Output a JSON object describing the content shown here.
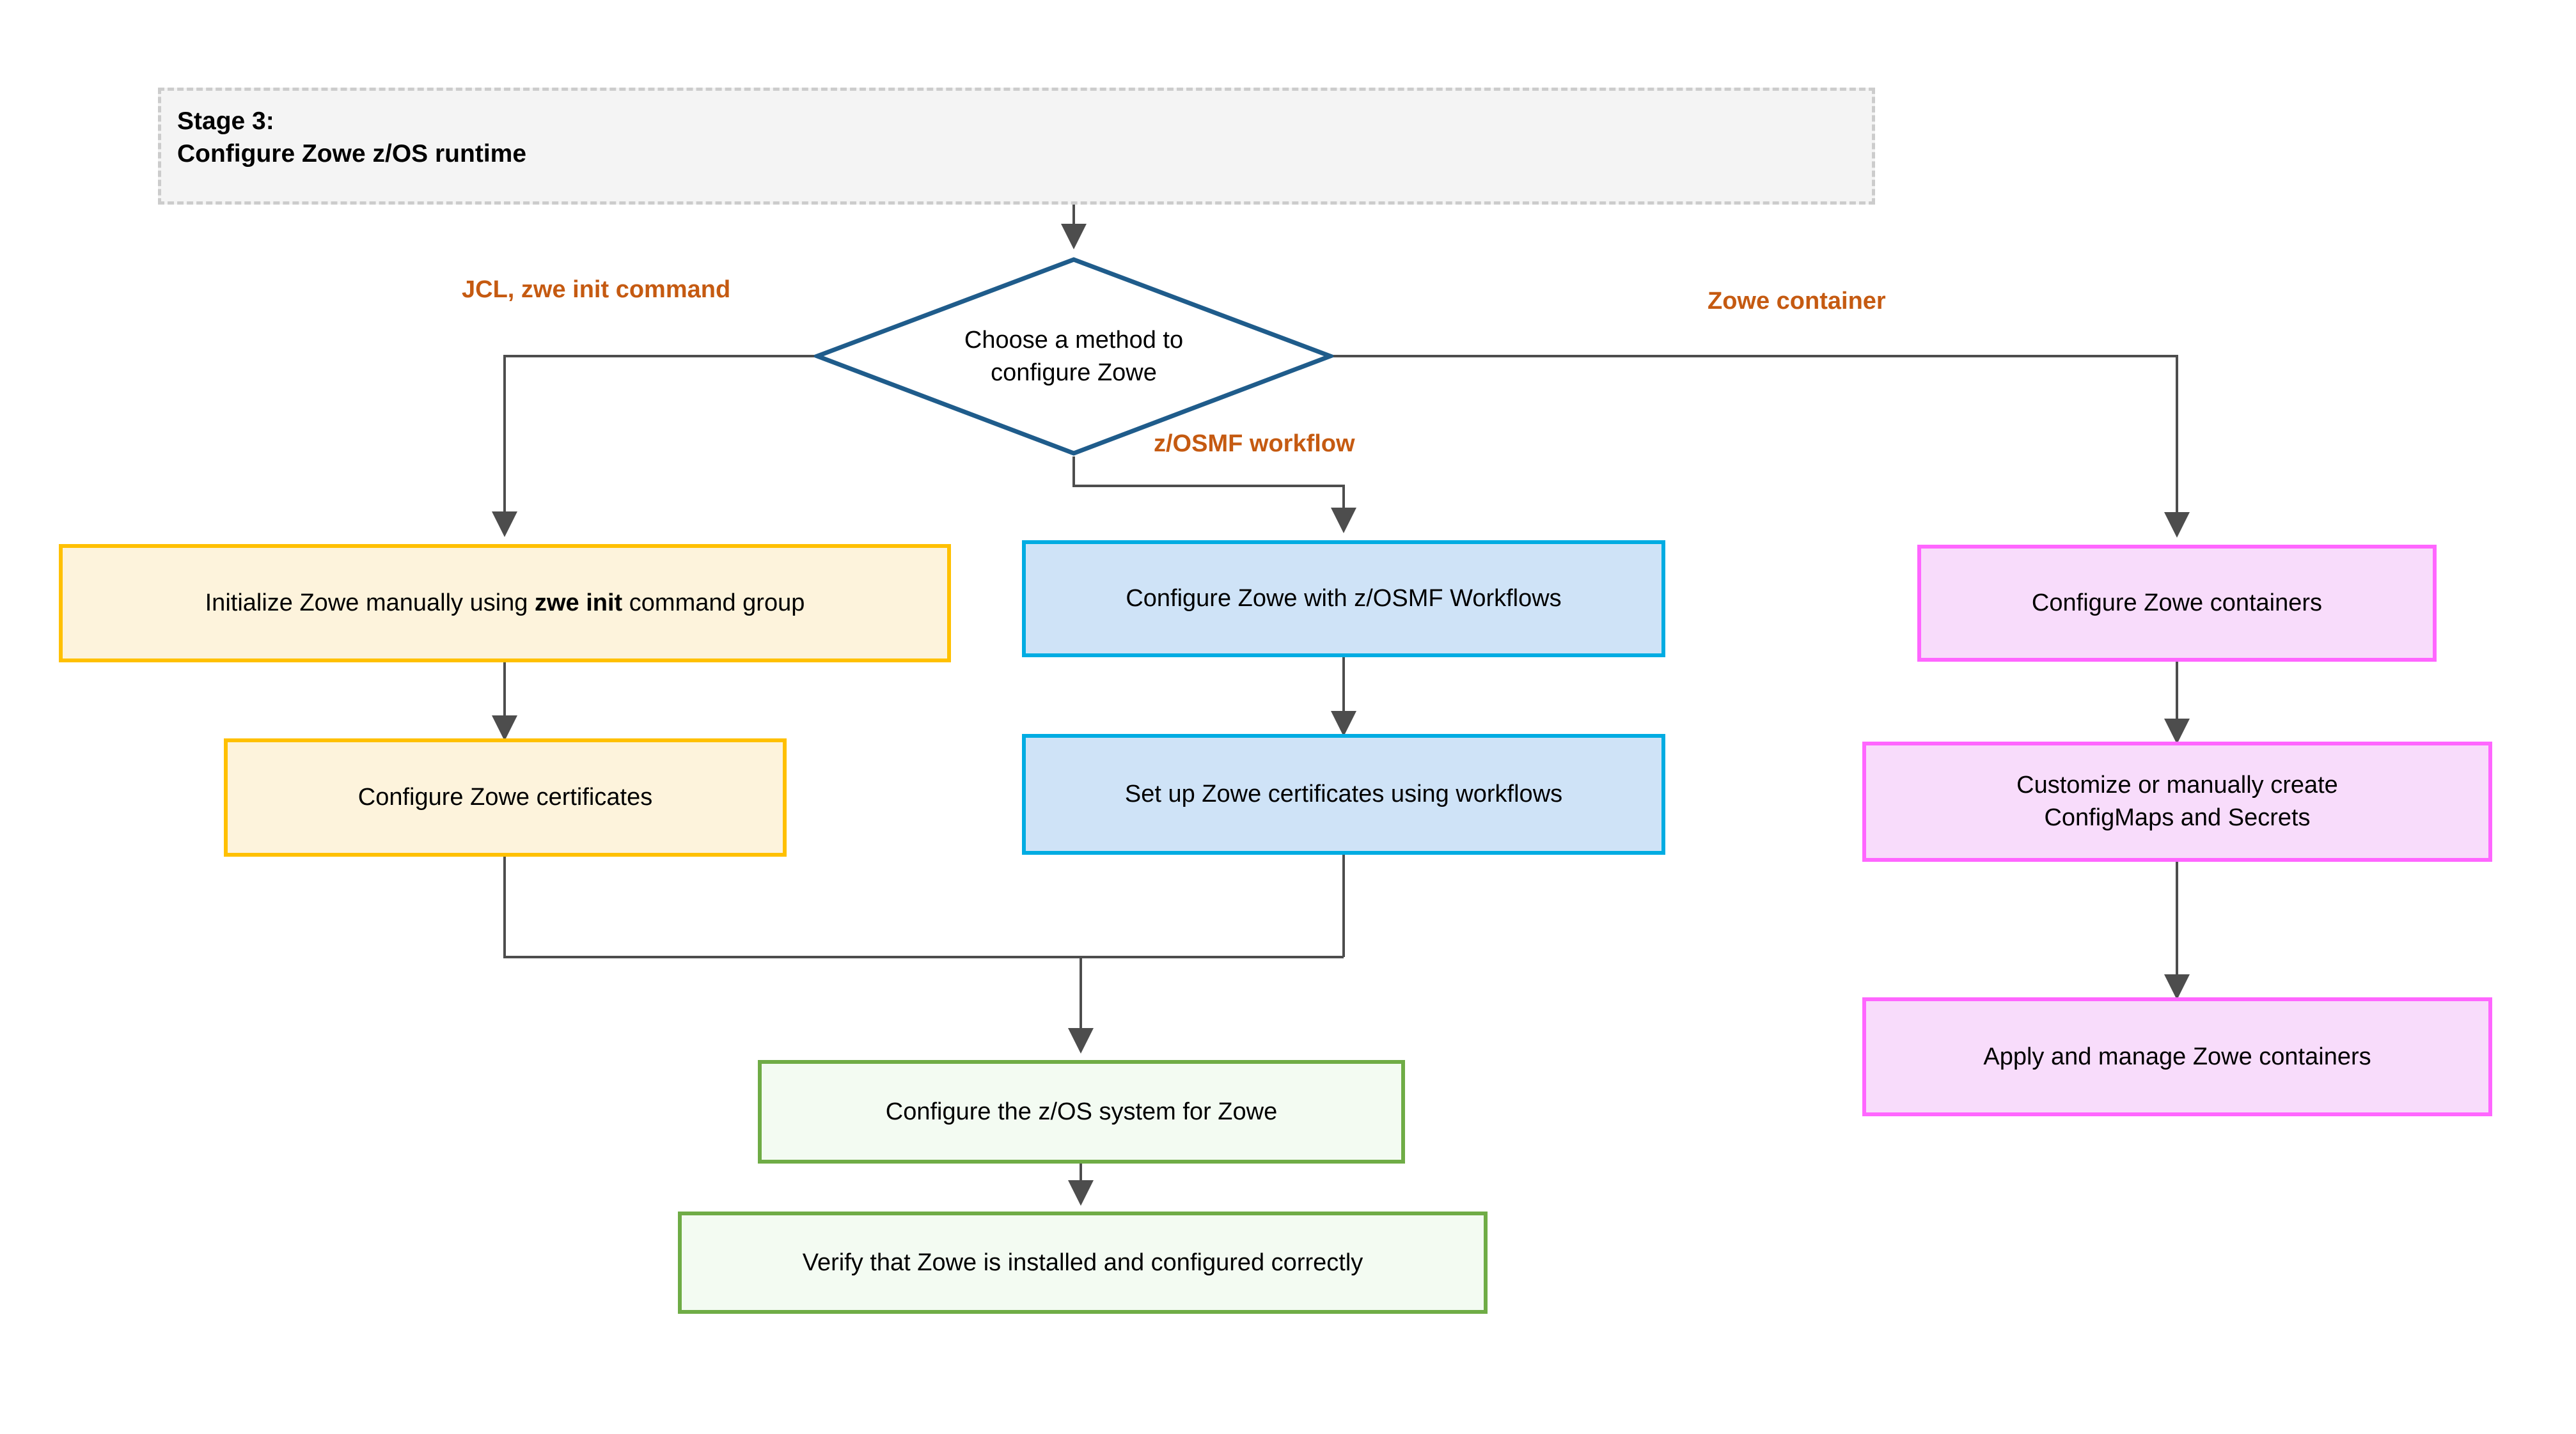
{
  "diagram": {
    "title": "Stage 3: Configure Zowe z/OS runtime",
    "type": "flowchart"
  },
  "stage_header": {
    "line1": "Stage 3:",
    "line2": "Configure Zowe z/OS runtime",
    "text": "Stage 3:\nConfigure Zowe z/OS runtime"
  },
  "decision": {
    "label": "Choose a method to\nconfigure Zowe",
    "border_color": "#1F5C8B"
  },
  "edge_labels": {
    "left": "JCL, zwe init command",
    "middle": "z/OSMF workflow",
    "right": "Zowe container",
    "color": "#C55A11"
  },
  "branches": {
    "jcl": {
      "color_fill": "#FDF3DC",
      "color_border": "#FFC000",
      "steps": [
        {
          "text_before": "Initialize Zowe manually using ",
          "text_bold": "zwe init",
          "text_after": " command group"
        },
        {
          "text": "Configure Zowe certificates"
        }
      ]
    },
    "zosmf": {
      "color_fill": "#CFE3F7",
      "color_border": "#00ACE2",
      "steps": [
        {
          "text": "Configure Zowe with z/OSMF Workflows"
        },
        {
          "text": "Set up Zowe certificates using workflows"
        }
      ]
    },
    "container": {
      "color_fill": "#F8DCFB",
      "color_border": "#FF66FF",
      "steps": [
        {
          "text": "Configure Zowe containers"
        },
        {
          "text": "Customize or manually create\nConfigMaps and Secrets"
        },
        {
          "text": "Apply and manage Zowe containers"
        }
      ]
    },
    "common": {
      "color_fill": "#F3FBF2",
      "color_border": "#6FAC46",
      "steps": [
        {
          "text": "Configure the z/OS system for Zowe"
        },
        {
          "text": "Verify that Zowe is installed and configured correctly"
        }
      ]
    }
  }
}
